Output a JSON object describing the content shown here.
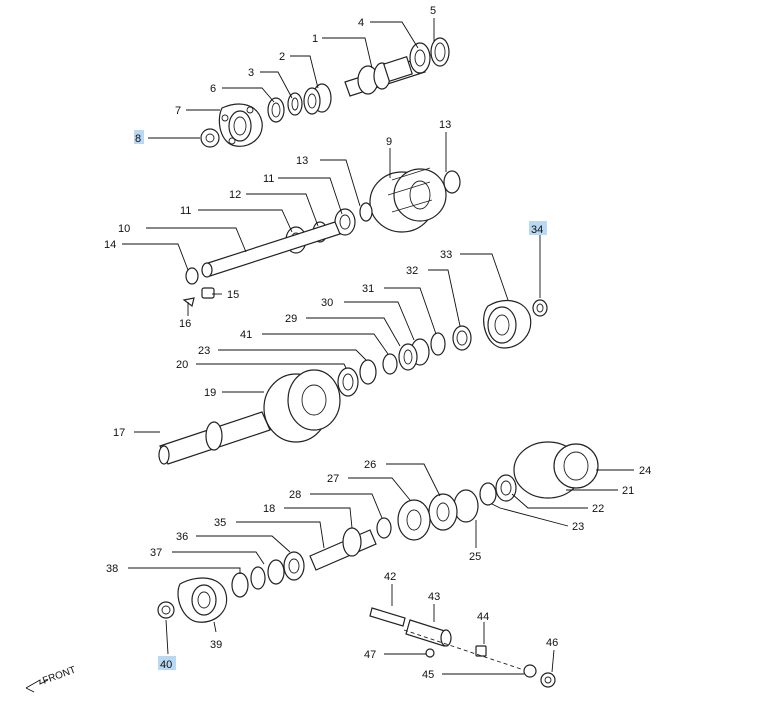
{
  "labels": [
    "1",
    "2",
    "3",
    "4",
    "5",
    "6",
    "7",
    "8",
    "9",
    "10",
    "11",
    "11",
    "12",
    "13",
    "13",
    "14",
    "15",
    "16",
    "17",
    "19",
    "20",
    "21",
    "22",
    "23",
    "23",
    "24",
    "25",
    "26",
    "27",
    "28",
    "29",
    "30",
    "31",
    "32",
    "33",
    "34",
    "35",
    "36",
    "37",
    "38",
    "39",
    "40",
    "41",
    "42",
    "43",
    "44",
    "45",
    "46",
    "47",
    "18"
  ],
  "highlighted": [
    "8",
    "34",
    "40"
  ],
  "front_label": "FRONT",
  "colors": {
    "line": "#222222",
    "highlight": "#b9d8f3",
    "background": "#ffffff"
  }
}
